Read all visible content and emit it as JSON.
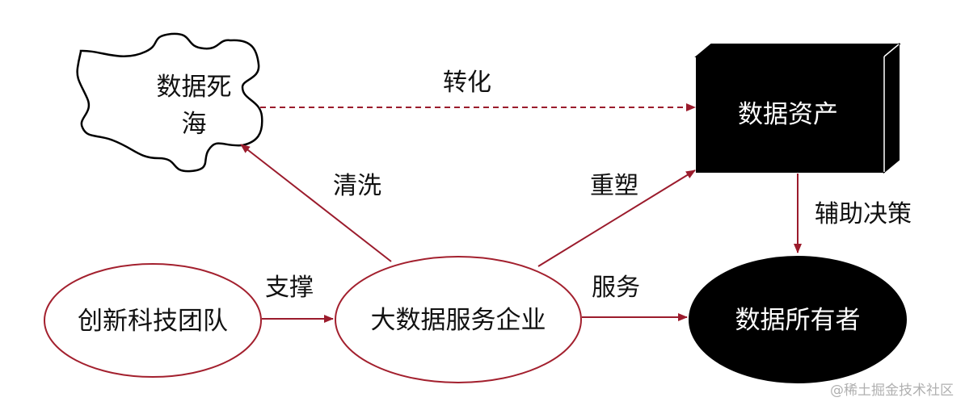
{
  "nodes": {
    "puzzle": {
      "line1": "数据死",
      "line2": "海"
    },
    "asset": {
      "label": "数据资产"
    },
    "team": {
      "label": "创新科技团队"
    },
    "enterprise": {
      "label": "大数据服务企业"
    },
    "owner": {
      "label": "数据所有者"
    }
  },
  "edges": {
    "transform": "转化",
    "clean": "清洗",
    "reshape": "重塑",
    "assist": "辅助决策",
    "support": "支撑",
    "serve": "服务"
  },
  "watermark": "@稀土掘金技术社区",
  "colors": {
    "arrow": "#9b1b2c",
    "ellipse_stroke": "#a3202e",
    "dark_fill": "#000000"
  }
}
